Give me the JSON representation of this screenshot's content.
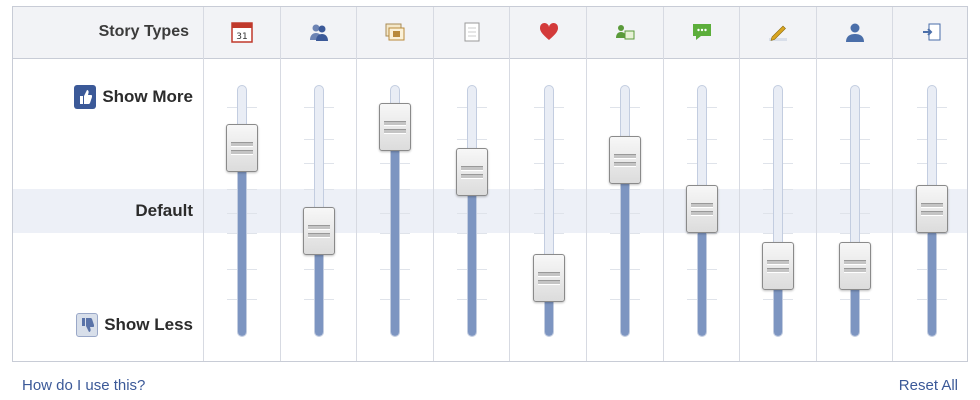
{
  "header": {
    "story_types_label": "Story Types"
  },
  "rows": {
    "show_more": "Show More",
    "default": "Default",
    "show_less": "Show Less"
  },
  "story_types": [
    {
      "icon": "calendar-icon",
      "calendar_day": "31",
      "level": 0.81,
      "color": "#c0392b"
    },
    {
      "icon": "friends-icon",
      "level": 0.4,
      "color": "#3b5998"
    },
    {
      "icon": "photos-icon",
      "level": 0.91,
      "color": "#b98a3b"
    },
    {
      "icon": "notes-icon",
      "level": 0.69,
      "color": "#9a9a9a"
    },
    {
      "icon": "heart-icon",
      "level": 0.17,
      "color": "#d33a3a"
    },
    {
      "icon": "groups-icon",
      "level": 0.75,
      "color": "#5a9a3a"
    },
    {
      "icon": "comment-icon",
      "level": 0.51,
      "color": "#5cae3b"
    },
    {
      "icon": "pencil-icon",
      "level": 0.23,
      "color": "#d9a520"
    },
    {
      "icon": "profile-icon",
      "level": 0.23,
      "color": "#4a6ea9"
    },
    {
      "icon": "page-enter-icon",
      "level": 0.51,
      "color": "#4a6ea9"
    }
  ],
  "footer": {
    "help_link": "How do I use this?",
    "reset_link": "Reset All"
  }
}
